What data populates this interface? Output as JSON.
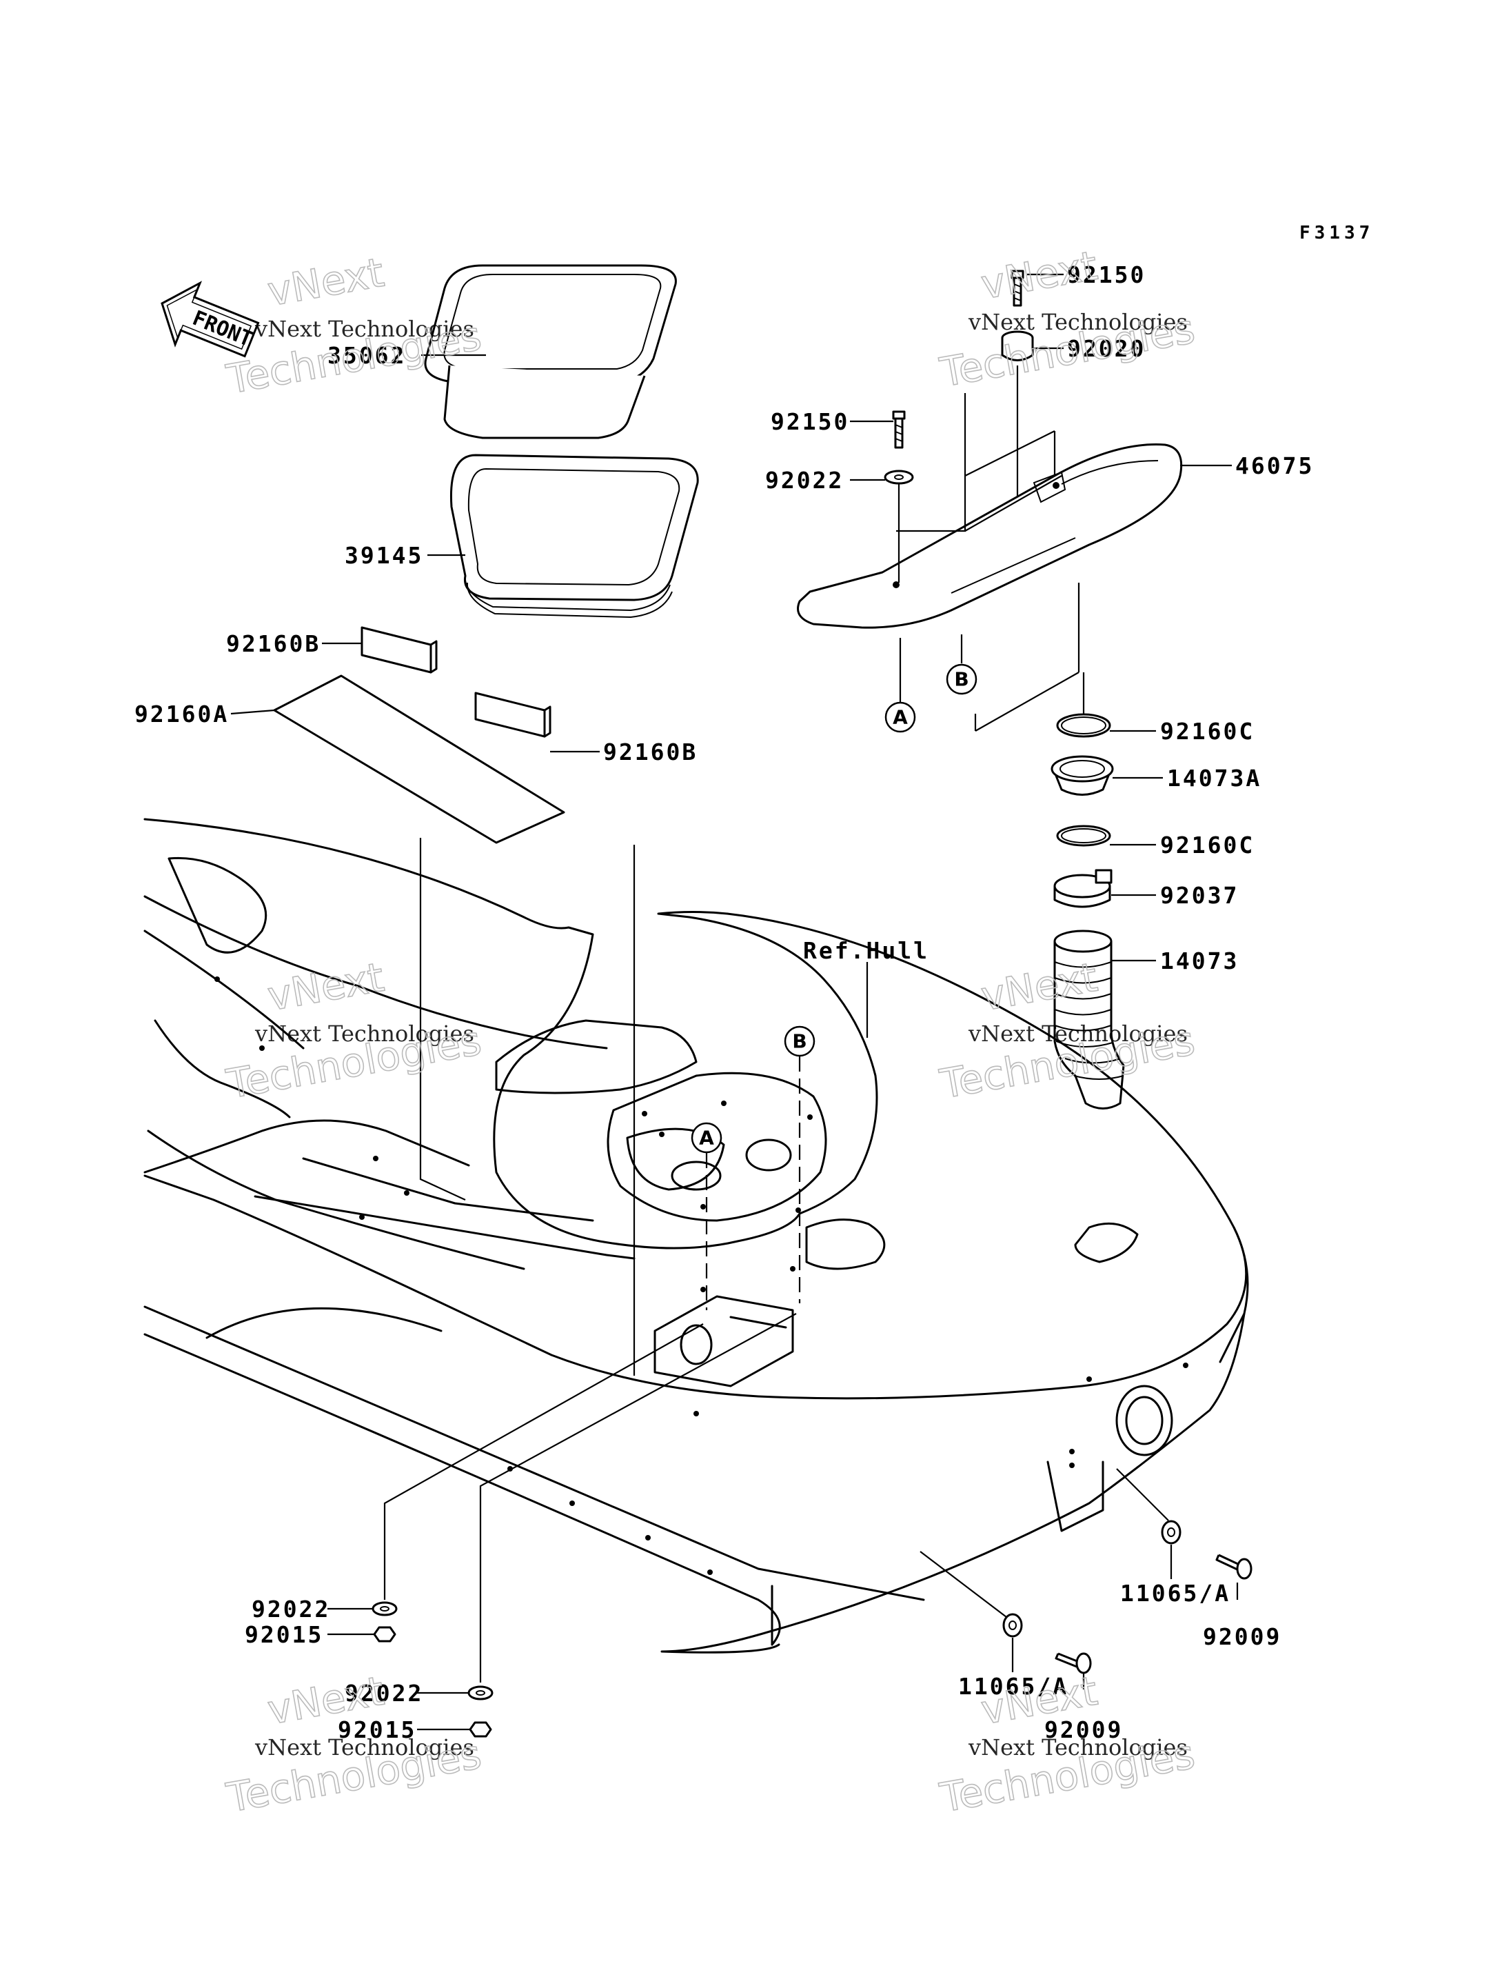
{
  "figure_code": "F3137",
  "front_label": "FRONT",
  "watermark": {
    "line1": "vNext Technologies",
    "line2": "vNext",
    "line3": "Technologies"
  },
  "callouts": {
    "a": "A",
    "b": "B"
  },
  "labels": {
    "p92150_top": "92150",
    "p92020": "92020",
    "p35062": "35062",
    "p92150_left": "92150",
    "p92022_top": "92022",
    "p46075": "46075",
    "p39145": "39145",
    "p92160B_1": "92160B",
    "p92160A": "92160A",
    "p92160B_2": "92160B",
    "p92160C_1": "92160C",
    "p14073A": "14073A",
    "p92160C_2": "92160C",
    "p92037": "92037",
    "p14073": "14073",
    "ref_hull": "Ref.Hull",
    "p92022_b1": "92022",
    "p92015_b1": "92015",
    "p92022_b2": "92022",
    "p92015_b2": "92015",
    "p11065_1": "11065/A",
    "p92009_1": "92009",
    "p11065_2": "11065/A",
    "p92009_2": "92009"
  }
}
